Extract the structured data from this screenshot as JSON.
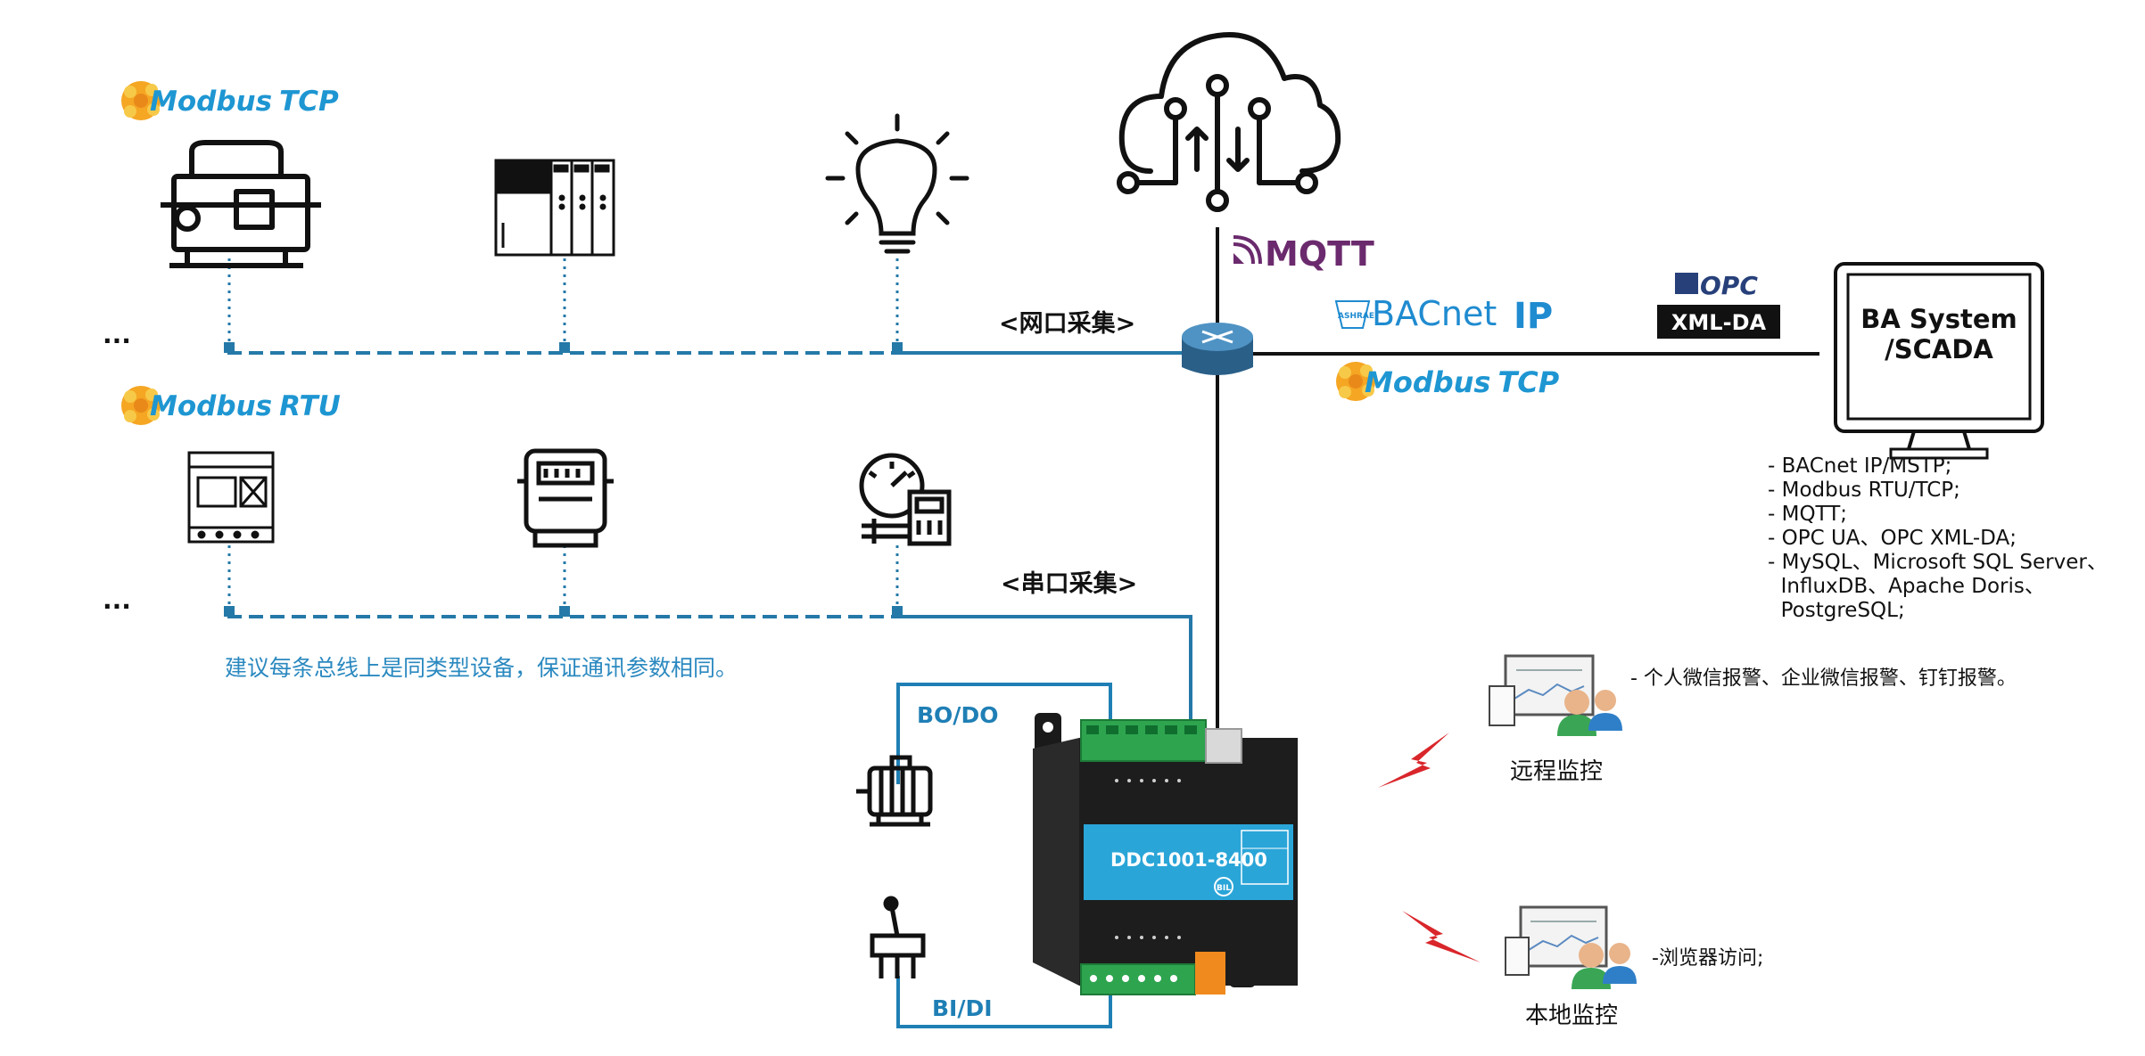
{
  "left_section": {
    "modbus_tcp_badge": {
      "brand": "Modbus",
      "suffix": "TCP"
    },
    "modbus_rtu_badge": {
      "brand": "Modbus",
      "suffix": "RTU"
    },
    "ethernet_ellipsis": "···",
    "serial_ellipsis": "···",
    "network_label": "<网口采集>",
    "serial_label": "<串口采集>",
    "bus_note": "建议每条总线上是同类型设备，保证通讯参数相同。",
    "device_icons": [
      "chiller-icon",
      "plc-icon",
      "light-bulb-icon",
      "din-meter-icon",
      "energy-meter-icon",
      "pressure-gauge-icon"
    ]
  },
  "center_section": {
    "mqtt_label": "MQTT",
    "bacnet_label": "BACnet",
    "bacnet_ip_label": "IP",
    "ashrae_label": "ASHRAE",
    "modbus_tcp_badge": {
      "brand": "Modbus",
      "suffix": "TCP"
    },
    "opc_label": "OPC",
    "xml_da_label": "XML-DA"
  },
  "controller": {
    "model": "DDC1001-8400",
    "brand_mark": "BIL",
    "bo_do_label": "BO/DO",
    "bi_di_label": "BI/DI"
  },
  "right_section": {
    "monitor_title_line1": "BA System",
    "monitor_title_line2": "/SCADA",
    "protocols": [
      "- BACnet IP/MSTP;",
      "- Modbus RTU/TCP;",
      "- MQTT;",
      "- OPC UA、OPC XML-DA;",
      "- MySQL、Microsoft SQL Server、",
      "  InfluxDB、Apache Doris、",
      "  PostgreSQL;"
    ],
    "remote_alarm_text": "- 个人微信报警、企业微信报警、钉钉报警。",
    "remote_label": "远程监控",
    "local_note": "-浏览器访问;",
    "local_label": "本地监控"
  },
  "colors": {
    "bus_blue": "#2479a8",
    "wire_blue": "#1f7fb5",
    "text_blue": "#2b89c0",
    "mqtt_purple": "#6b2a6d",
    "bacnet_blue": "#1f8bd0",
    "modbus_blue": "#1e96d2",
    "controller_blue": "#2aa5d8",
    "terminal_green": "#2ea44f",
    "lightning_red": "#d9262b",
    "router_blue": "#2f6d9a"
  }
}
